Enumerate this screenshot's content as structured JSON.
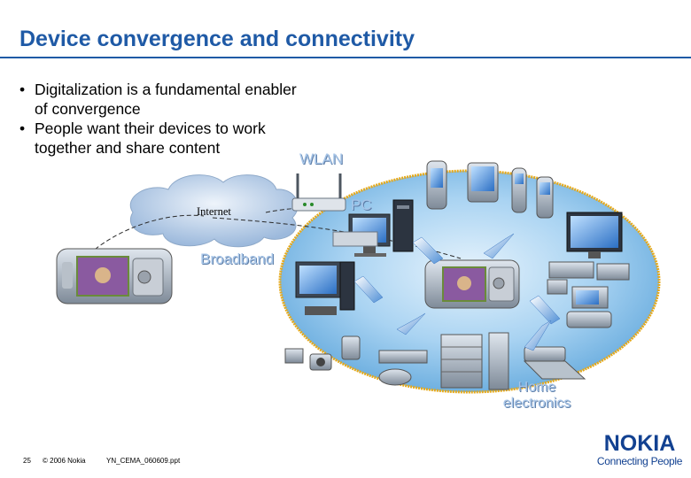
{
  "slide": {
    "title": "Device convergence and connectivity",
    "bullets": [
      {
        "marker": "•",
        "text": "Digitalization is a fundamental enabler of convergence"
      },
      {
        "marker": "•",
        "text": "People want their devices to work together and share content"
      }
    ]
  },
  "diagram": {
    "labels": {
      "wlan": "WLAN",
      "pc": "PC",
      "internet": "Internet",
      "broadband": "Broadband",
      "home_electronics_line1": "Home",
      "home_electronics_line2": "electronics"
    },
    "icons": [
      "nokia-phone-icon",
      "wlan-router-icon",
      "pc-monitor-icon",
      "laptop-icon",
      "pda-icon",
      "mobile-phone-icon",
      "cordless-phone-icon",
      "flat-tv-icon",
      "crt-tv-icon",
      "set-top-box-icon",
      "desktop-pc-icon",
      "camcorder-icon",
      "digital-camera-icon",
      "media-player-icon",
      "dvd-player-icon",
      "hifi-stereo-icon",
      "projector-icon",
      "game-controller-icon",
      "printer-icon",
      "wireless-link-icon"
    ],
    "colors": {
      "home_network_fill": "#9ccbee",
      "home_network_border": "#e6a91a",
      "cloud": "#c6d9ef",
      "label_blue": "#a7c5e8"
    }
  },
  "footer": {
    "page_number": "25",
    "copyright": "© 2006 Nokia",
    "file_name": "YN_CEMA_060609.ppt"
  },
  "logo": {
    "wordmark": "NOKIA",
    "tagline": "Connecting People"
  },
  "theme": {
    "title_color": "#1f5aa6",
    "logo_color": "#124191"
  }
}
